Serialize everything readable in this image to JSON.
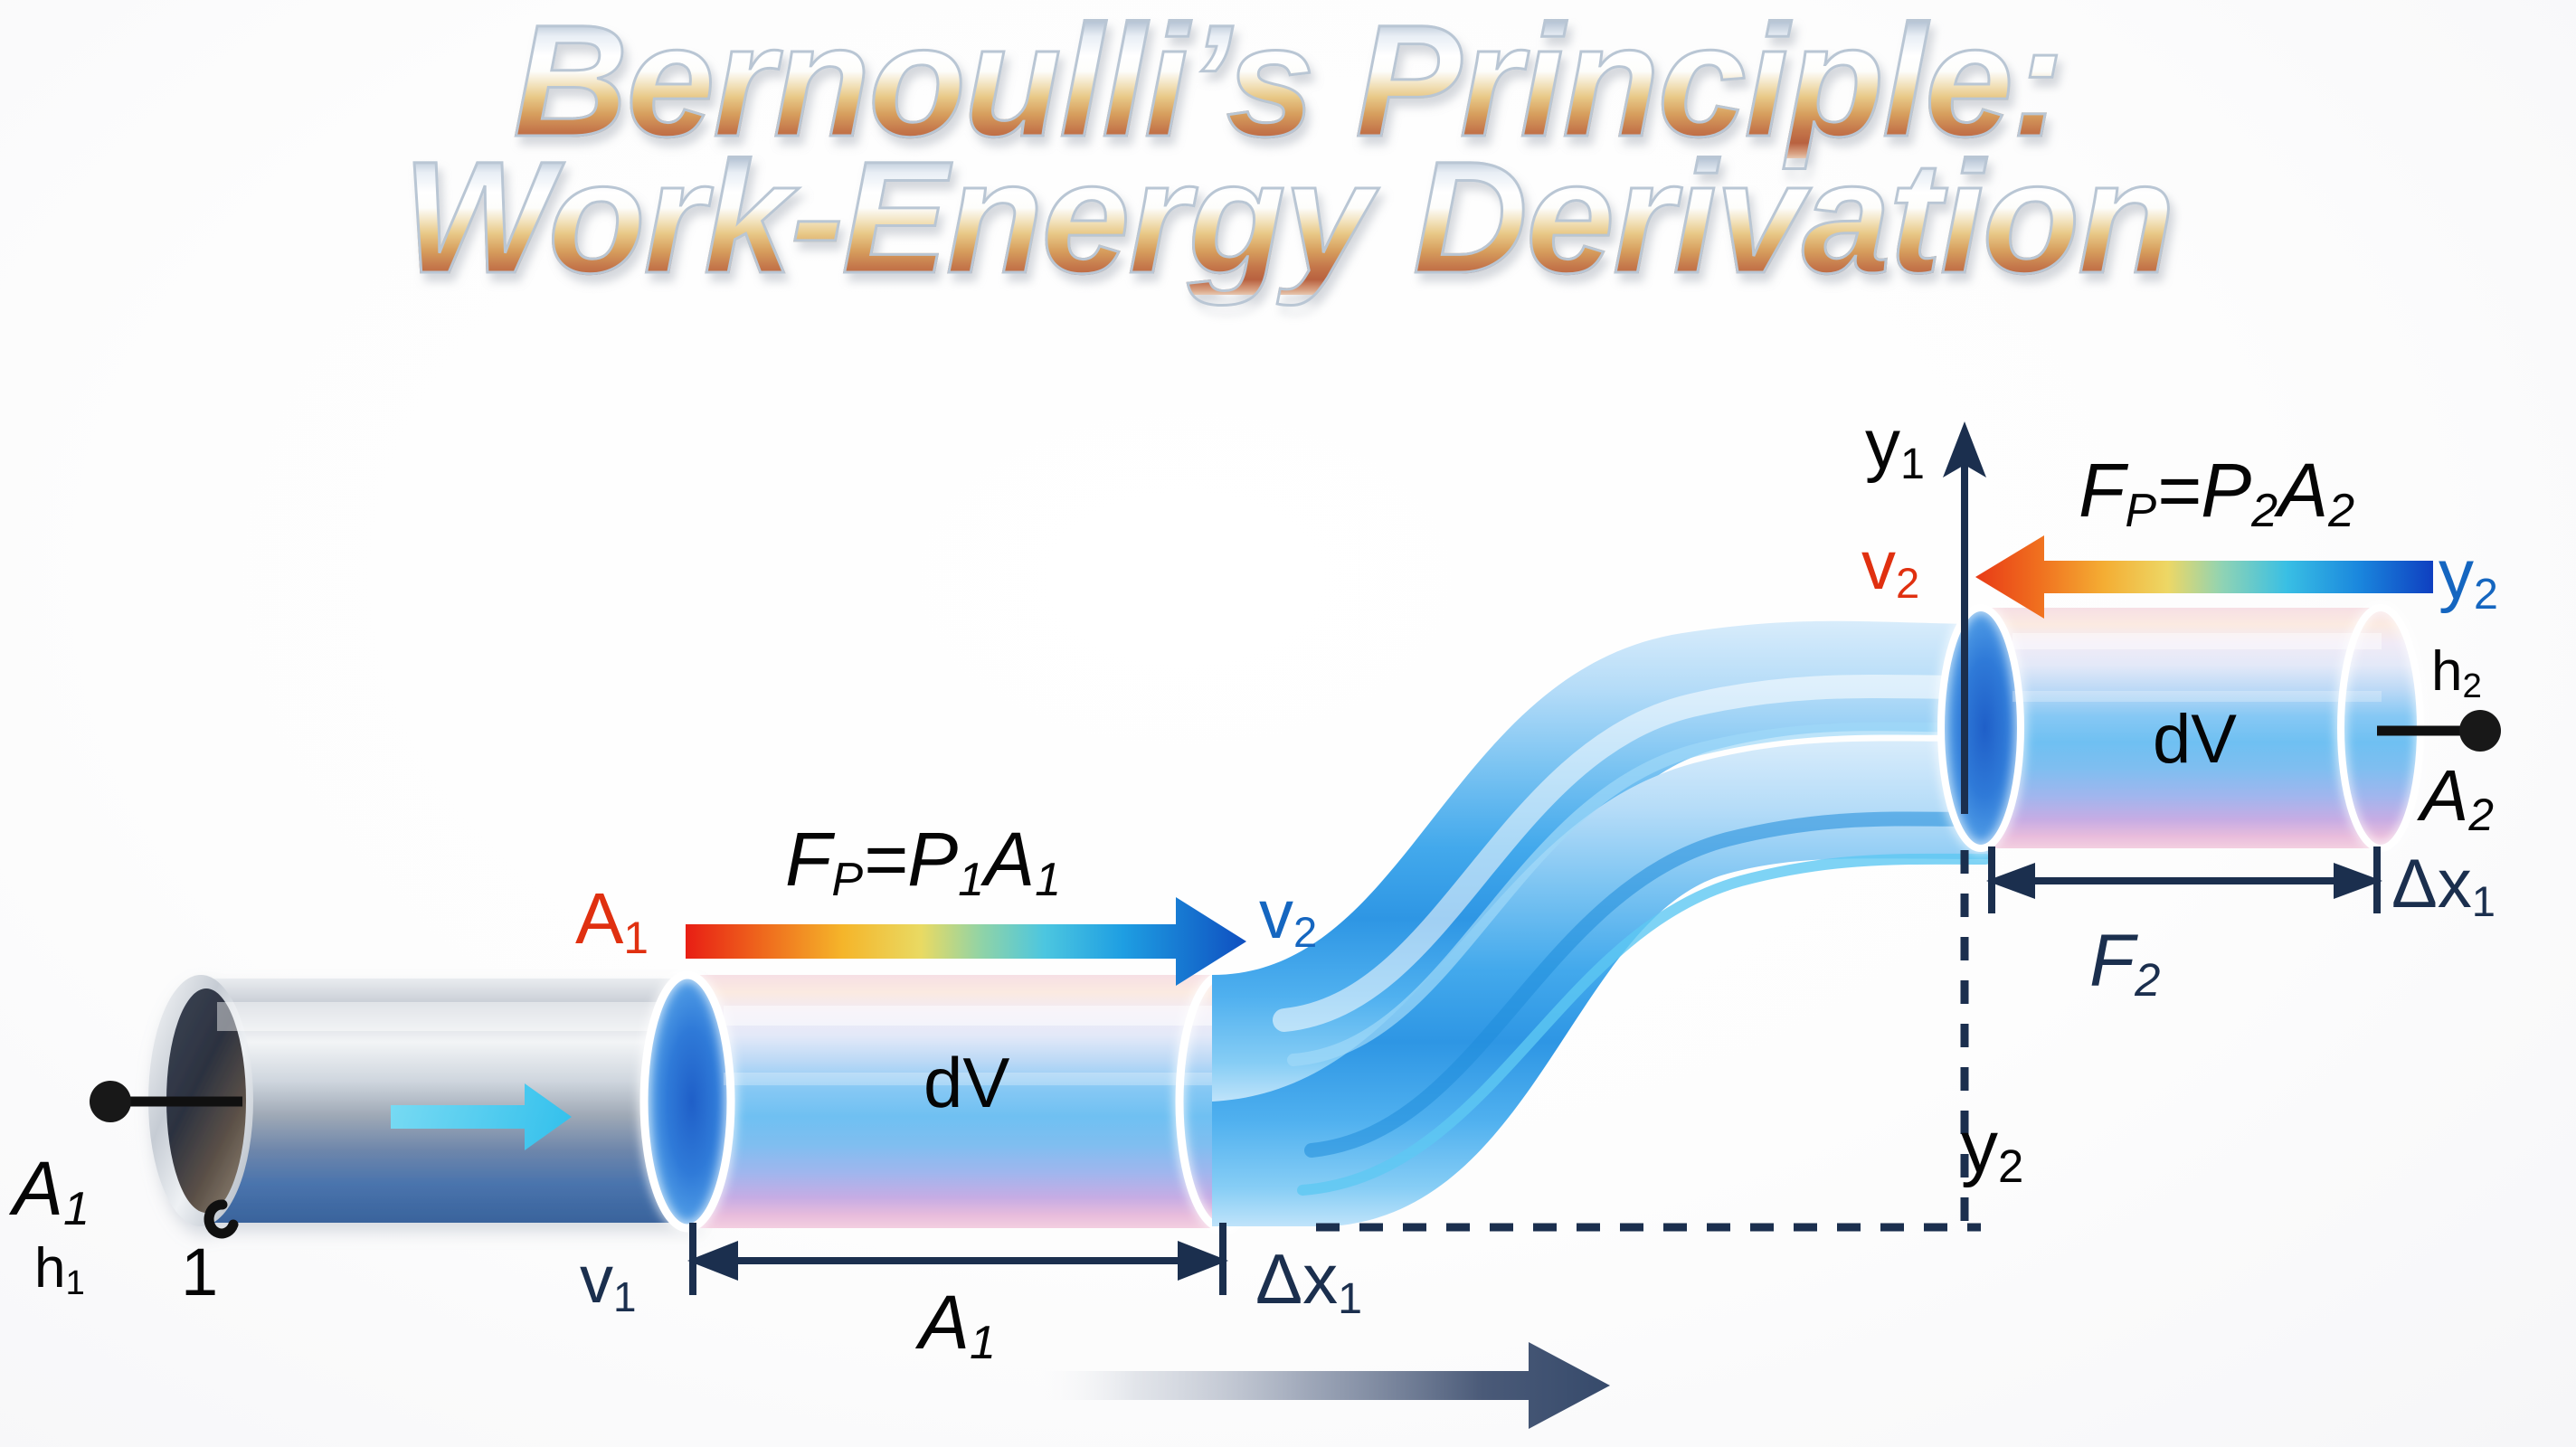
{
  "title": {
    "line1": "Bernoulli’s Principle:",
    "line2": "Work-Energy Derivation"
  },
  "colors": {
    "background": "#fdfdfd",
    "accent_red": "#e03010",
    "accent_blue": "#1566c0",
    "navy": "#1b2f4e",
    "title_chrome_top": "#aebdd0",
    "title_chrome_mid": "#ffffff",
    "title_chrome_bottom": "#b8613f",
    "pipe_metal": "#8e9aa8",
    "pipe_water": "#3fa9ee",
    "dV_rim": "#ffffff"
  },
  "labels": {
    "inlet_area": "A",
    "inlet_area_sub": "1",
    "inlet_height": "h",
    "inlet_height_sub": "1",
    "station_one": "1",
    "area1_red": "A",
    "area1_red_sub": "1",
    "force_pressure_1": "F",
    "force_pressure_1_sub": "P",
    "force_pressure_1_rest": "=P",
    "force_pressure_1_rest_sub": "1",
    "force_pressure_1_tail": "A",
    "force_pressure_1_tail_sub": "1",
    "velocity2_blue": "v",
    "velocity2_blue_sub": "2",
    "dV_left": "dV",
    "velocity1": "v",
    "velocity1_sub": "1",
    "area1_dim": "A",
    "area1_dim_sub": "1",
    "delta_x1_left": "Δx",
    "delta_x1_left_sub": "1",
    "y1": "y",
    "y1_sub": "1",
    "velocity2_red": "v",
    "velocity2_red_sub": "2",
    "force_pressure_2": "F",
    "force_pressure_2_sub": "P",
    "force_pressure_2_rest": "=P",
    "force_pressure_2_rest_sub": "2",
    "force_pressure_2_tail": "A",
    "force_pressure_2_tail_sub": "2",
    "y2_blue": "y",
    "y2_blue_sub": "2",
    "outlet_height": "h",
    "outlet_height_sub": "2",
    "outlet_area": "A",
    "outlet_area_sub": "2",
    "dV_right": "dV",
    "force2": "F",
    "force2_sub": "2",
    "delta_x1_right": "Δx",
    "delta_x1_right_sub": "1",
    "y2_navy": "y",
    "y2_navy_sub": "2"
  },
  "diagram": {
    "type": "physics-illustration",
    "subject": "Bernoulli's principle work-energy derivation",
    "description": "A pipe carrying fluid rises from a lower wide inlet at left to a higher outlet at right via an S-shaped bend. Two shaded control volumes labelled dV sit at the inlet and the outlet.",
    "elements": [
      {
        "name": "inlet-metal-pipe",
        "shape": "cylinder",
        "note": "grey metallic pipe at far left with dark elliptical opening"
      },
      {
        "name": "inlet-flow-arrow",
        "shape": "arrow",
        "direction": "right",
        "color": "#49c6ee",
        "note": "cyan arrow inside metal pipe"
      },
      {
        "name": "inlet-control-volume",
        "shape": "iridescent-cylinder",
        "label": "dV"
      },
      {
        "name": "s-bend",
        "shape": "curved-tube",
        "color": "#3fa9ee"
      },
      {
        "name": "outlet-control-volume",
        "shape": "iridescent-cylinder",
        "label": "dV"
      },
      {
        "name": "force-arrow-1",
        "direction": "right",
        "style": "rainbow-gradient",
        "note": "red to blue, points downstream"
      },
      {
        "name": "force-arrow-2",
        "direction": "left",
        "style": "rainbow-gradient",
        "note": "blue to red, points upstream"
      },
      {
        "name": "y1-axis-arrow",
        "direction": "up",
        "color": "#1b2f4e"
      },
      {
        "name": "datum-dashed-lines",
        "style": "dashed",
        "color": "#1b2f4e"
      },
      {
        "name": "dimension-line-dx1-left",
        "style": "double-arrow"
      },
      {
        "name": "dimension-line-dx1-right",
        "style": "double-arrow"
      },
      {
        "name": "flow-direction-arrow",
        "direction": "right",
        "color": "#3c4d6b",
        "note": "large fading arrow along the bottom"
      }
    ]
  }
}
